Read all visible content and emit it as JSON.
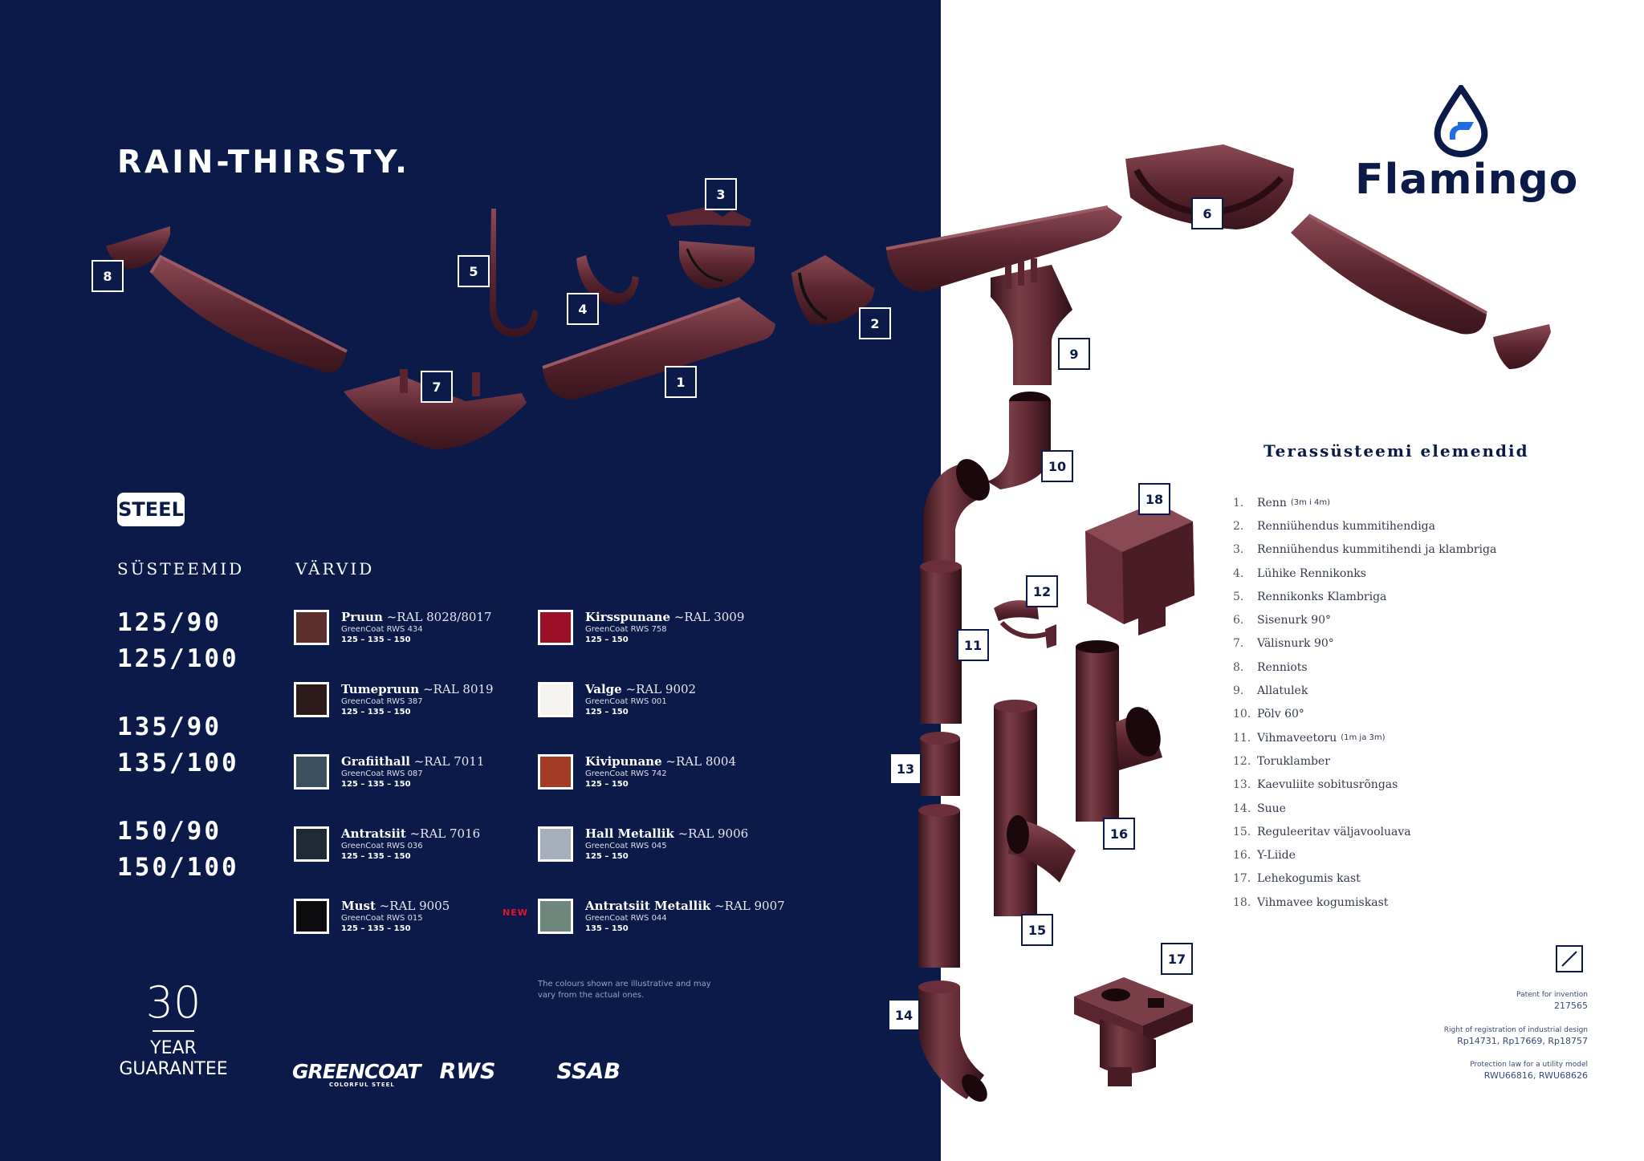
{
  "headline": "RAIN-THIRSTY.",
  "callouts": {
    "c1": "1",
    "c2": "2",
    "c3": "3",
    "c4": "4",
    "c5": "5",
    "c6": "6",
    "c7": "7",
    "c8": "8",
    "c9": "9",
    "c10": "10",
    "c11": "11",
    "c12": "12",
    "c13": "13",
    "c14": "14",
    "c15": "15",
    "c16": "16",
    "c17": "17",
    "c18": "18"
  },
  "material_badge": "STEEL",
  "systems_heading": "SÜSTEEMID",
  "colors_heading": "VÄRVID",
  "systems": [
    "125/90",
    "125/100",
    "135/90",
    "135/100",
    "150/90",
    "150/100"
  ],
  "colors": [
    {
      "name": "Pruun",
      "ral": "~RAL 8028/8017",
      "code": "GreenCoat RWS 434",
      "sizes": "125 – 135 – 150",
      "hex": "#5a2f2c"
    },
    {
      "name": "Tumepruun",
      "ral": "~RAL 8019",
      "code": "GreenCoat RWS 387",
      "sizes": "125 – 135 – 150",
      "hex": "#2c1b1a"
    },
    {
      "name": "Grafiithall",
      "ral": "~RAL 7011",
      "code": "GreenCoat RWS 087",
      "sizes": "125 – 135 – 150",
      "hex": "#3b4f5f"
    },
    {
      "name": "Antratsiit",
      "ral": "~RAL 7016",
      "code": "GreenCoat RWS 036",
      "sizes": "125 – 135 – 150",
      "hex": "#1f2a36"
    },
    {
      "name": "Must",
      "ral": "~RAL 9005",
      "code": "GreenCoat RWS 015",
      "sizes": "125 – 135 – 150",
      "hex": "#0d0d0f"
    },
    {
      "name": "Kirsspunane",
      "ral": "~RAL 3009",
      "code": "GreenCoat RWS 758",
      "sizes": "125 – 150",
      "hex": "#9c0f26"
    },
    {
      "name": "Valge",
      "ral": "~RAL 9002",
      "code": "GreenCoat RWS 001",
      "sizes": "125 – 150",
      "hex": "#f6f4f0"
    },
    {
      "name": "Kivipunane",
      "ral": "~RAL 8004",
      "code": "GreenCoat RWS 742",
      "sizes": "125 – 150",
      "hex": "#a23a24"
    },
    {
      "name": "Hall Metallik",
      "ral": "~RAL 9006",
      "code": "GreenCoat RWS 045",
      "sizes": "125 – 150",
      "hex": "#a7afbd"
    },
    {
      "name": "Antratsiit Metallik",
      "ral": "~RAL 9007",
      "code": "GreenCoat RWS 044",
      "sizes": "135 – 150",
      "hex": "#6e867b"
    }
  ],
  "new_tag": "NEW",
  "disclaimer": "The colours shown are illustrative and may vary from the actual ones.",
  "guarantee": {
    "number": "30",
    "line1": "YEAR",
    "line2": "GUARANTEE"
  },
  "partner_logos": {
    "greencoat": "GREENCOAT",
    "greencoat_sub": "COLORFUL STEEL",
    "rws": "RWS",
    "ssab": "SSAB"
  },
  "brand": "Flamingo",
  "list_title": "Terassüsteemi elemendid",
  "elements": [
    {
      "num": "1.",
      "label": "Renn",
      "note": "(3m i 4m)"
    },
    {
      "num": "2.",
      "label": "Renniühendus kummitihendiga",
      "note": ""
    },
    {
      "num": "3.",
      "label": "Renniühendus kummitihendi ja klambriga",
      "note": ""
    },
    {
      "num": "4.",
      "label": "Lühike Rennikonks",
      "note": ""
    },
    {
      "num": "5.",
      "label": "Rennikonks Klambriga",
      "note": ""
    },
    {
      "num": "6.",
      "label": "Sisenurk 90°",
      "note": ""
    },
    {
      "num": "7.",
      "label": "Välisnurk 90°",
      "note": ""
    },
    {
      "num": "8.",
      "label": "Renniots",
      "note": ""
    },
    {
      "num": "9.",
      "label": "Allatulek",
      "note": ""
    },
    {
      "num": "10.",
      "label": "Põlv 60°",
      "note": ""
    },
    {
      "num": "11.",
      "label": "Vihmaveetoru",
      "note": "(1m ja 3m)"
    },
    {
      "num": "12.",
      "label": "Toruklamber",
      "note": ""
    },
    {
      "num": "13.",
      "label": "Kaevuliite sobitusrõngas",
      "note": ""
    },
    {
      "num": "14.",
      "label": "Suue",
      "note": ""
    },
    {
      "num": "15.",
      "label": "Reguleeritav väljavooluava",
      "note": ""
    },
    {
      "num": "16.",
      "label": "Y-Liide",
      "note": ""
    },
    {
      "num": "17.",
      "label": "Lehekogumis kast",
      "note": ""
    },
    {
      "num": "18.",
      "label": "Vihmavee kogumiskast",
      "note": ""
    }
  ],
  "patents": [
    {
      "label": "Patent for invention",
      "value": "217565"
    },
    {
      "label": "Right of registration of industrial design",
      "value": "Rp14731, Rp17669, Rp18757"
    },
    {
      "label": "Protection law for a utility model",
      "value": "RWU66816, RWU68626"
    }
  ],
  "part_color": "#5a2530"
}
